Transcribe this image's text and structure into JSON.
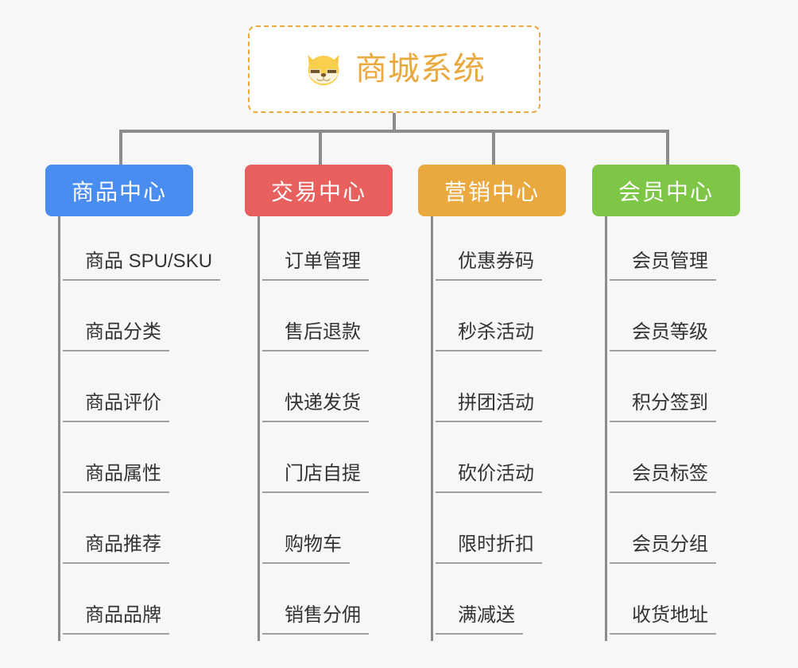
{
  "canvas": {
    "background": "#f7f7f7",
    "connector_color": "#8c8c8c",
    "underline_color": "#a0a0a0"
  },
  "root": {
    "title": "商城系统",
    "icon": "shiba-dog-icon",
    "border_color": "#eaa93f",
    "text_color": "#eaa93f",
    "background": "#ffffff"
  },
  "branches": [
    {
      "label": "商品中心",
      "color": "#4a8df0",
      "color_class": "c-blue",
      "items": [
        "商品 SPU/SKU",
        "商品分类",
        "商品评价",
        "商品属性",
        "商品推荐",
        "商品品牌"
      ]
    },
    {
      "label": "交易中心",
      "color": "#e8605d",
      "color_class": "c-red",
      "items": [
        "订单管理",
        "售后退款",
        "快递发货",
        "门店自提",
        "购物车",
        "销售分佣"
      ]
    },
    {
      "label": "营销中心",
      "color": "#eaa93f",
      "color_class": "c-orange",
      "items": [
        "优惠券码",
        "秒杀活动",
        "拼团活动",
        "砍价活动",
        "限时折扣",
        "满减送"
      ]
    },
    {
      "label": "会员中心",
      "color": "#7dc646",
      "color_class": "c-green",
      "items": [
        "会员管理",
        "会员等级",
        "积分签到",
        "会员标签",
        "会员分组",
        "收货地址"
      ]
    }
  ]
}
